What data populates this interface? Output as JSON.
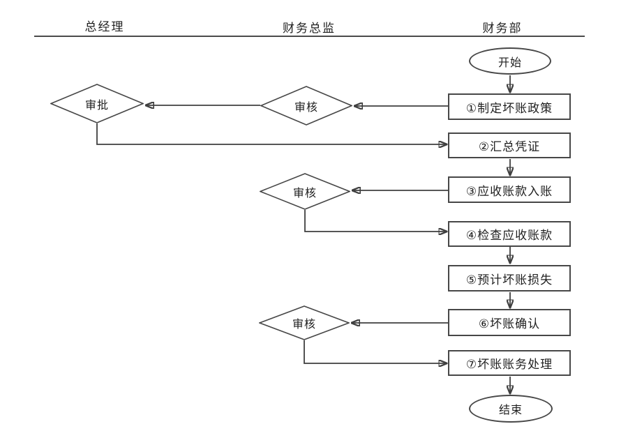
{
  "diagram": {
    "lanes": [
      {
        "label": "总经理"
      },
      {
        "label": "财务总监"
      },
      {
        "label": "财务部"
      }
    ],
    "nodes": {
      "start": {
        "label": "开始",
        "shape": "ellipse"
      },
      "step1": {
        "label": "①制定坏账政策",
        "shape": "rect"
      },
      "step2": {
        "label": "②汇总凭证",
        "shape": "rect"
      },
      "step3": {
        "label": "③应收账款入账",
        "shape": "rect"
      },
      "step4": {
        "label": "④检查应收账款",
        "shape": "rect"
      },
      "step5": {
        "label": "⑤预计坏账损失",
        "shape": "rect"
      },
      "step6": {
        "label": "⑥坏账确认",
        "shape": "rect"
      },
      "step7": {
        "label": "⑦坏账账务处理",
        "shape": "rect"
      },
      "end": {
        "label": "结束",
        "shape": "ellipse"
      },
      "approve": {
        "label": "审批",
        "shape": "diamond"
      },
      "review1": {
        "label": "审核",
        "shape": "diamond"
      },
      "review2": {
        "label": "审核",
        "shape": "diamond"
      },
      "review3": {
        "label": "审核",
        "shape": "diamond"
      }
    },
    "edges": [
      {
        "from": "start",
        "to": "step1"
      },
      {
        "from": "step1",
        "to": "review1"
      },
      {
        "from": "review1",
        "to": "approve"
      },
      {
        "from": "approve",
        "to": "step2"
      },
      {
        "from": "step2",
        "to": "step3"
      },
      {
        "from": "step3",
        "to": "review2"
      },
      {
        "from": "review2",
        "to": "step4"
      },
      {
        "from": "step4",
        "to": "step5"
      },
      {
        "from": "step5",
        "to": "step6"
      },
      {
        "from": "step6",
        "to": "review3"
      },
      {
        "from": "review3",
        "to": "step7"
      },
      {
        "from": "step7",
        "to": "end"
      }
    ],
    "colors": {
      "line": "#3f3f3f",
      "border": "#474747",
      "text": "#1f1f1f",
      "background": "#ffffff"
    }
  }
}
